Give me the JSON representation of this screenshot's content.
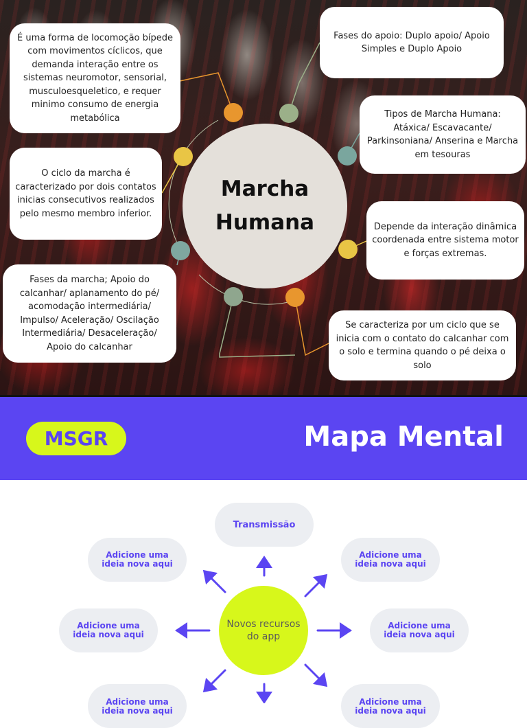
{
  "concept_map": {
    "title": "Marcha Humana",
    "nodes": [
      {
        "id": "definicao",
        "text": "É uma forma de locomoção bípede com movimentos cíclicos, que demanda interação entre os sistemas neuromotor, sensorial, musculoesqueletico, e requer minimo consumo de energia metabólica",
        "dot_color": "#e8962e"
      },
      {
        "id": "ciclo",
        "text": "O ciclo da marcha é caracterizado por dois contatos inicias consecutivos realizados pelo mesmo membro inferior.",
        "dot_color": "#e9c545"
      },
      {
        "id": "fases-marcha",
        "text": "Fases da marcha; Apoio do calcanhar/ aplanamento do pé/ acomodação intermediária/ Impulso/ Aceleração/ Oscilação Intermediária/ Desaceleração/ Apoio do calcanhar",
        "dot_color": "#8fa68e"
      },
      {
        "id": "fases-apoio",
        "text": "Fases do apoio: Duplo apoio/ Apoio Simples e Duplo Apoio",
        "dot_color": "#9bb089"
      },
      {
        "id": "tipos",
        "text": "Tipos de Marcha Humana: Atáxica/ Escavacante/ Parkinsoniana/ Anserina e Marcha em tesouras",
        "dot_color": "#7aa69e"
      },
      {
        "id": "depende",
        "text": "Depende da interação dinâmica coordenada entre sistema motor e forças extremas.",
        "dot_color": "#e9c545"
      },
      {
        "id": "ciclo-contato",
        "text": "Se caracteriza por um ciclo que se inicia com o contato do calcanhar com o solo e termina quando o pé deixa o solo",
        "dot_color": "#e8962e"
      }
    ],
    "extra_dots": [
      {
        "id": "teal-left",
        "dot_color": "#7fa7a0"
      }
    ]
  },
  "banner": {
    "badge": "MSGR",
    "title": "Mapa Mental",
    "background": "#5b45f2",
    "badge_color": "#d7f71b"
  },
  "mind_map": {
    "center": "Novos recursos do app",
    "top": "Transmissão",
    "branches": [
      "Adicione uma ideia nova aqui",
      "Adicione uma ideia nova aqui",
      "Adicione uma ideia nova aqui",
      "Adicione uma ideia nova aqui",
      "Adicione uma ideia nova aqui",
      "Adicione uma ideia nova aqui"
    ],
    "accent_color": "#5b45f2",
    "center_color": "#d7f71b"
  }
}
